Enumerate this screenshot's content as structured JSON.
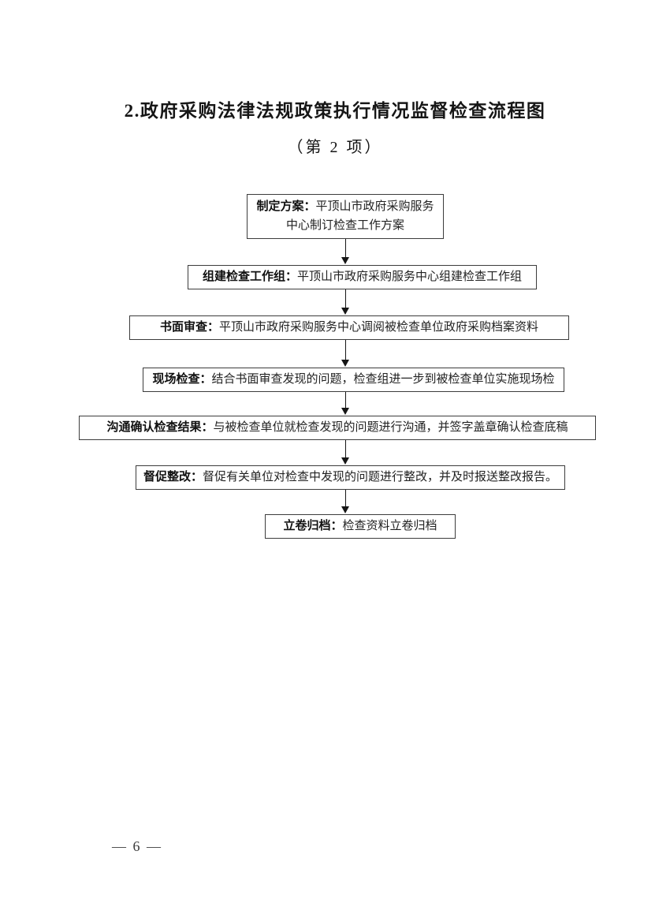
{
  "page": {
    "title": "2.政府采购法律法规政策执行情况监督检查流程图",
    "subtitle": "（第 2 项）",
    "page_number": "— 6 —"
  },
  "flowchart": {
    "steps": [
      {
        "id": "make-plan",
        "label": "制定方案：",
        "text": "平顶山市政府采购服务中心制订检查工作方案"
      },
      {
        "id": "form-team",
        "label": "组建检查工作组：",
        "text": "平顶山市政府采购服务中心组建检查工作组"
      },
      {
        "id": "written-review",
        "label": "书面审查：",
        "text": "平顶山市政府采购服务中心调阅被检查单位政府采购档案资料"
      },
      {
        "id": "onsite-check",
        "label": "现场检查：",
        "text": "结合书面审查发现的问题，检查组进一步到被检查单位实施现场检"
      },
      {
        "id": "confirm-results",
        "label": "沟通确认检查结果：",
        "text": "与被检查单位就检查发现的问题进行沟通，并签字盖章确认检查底稿"
      },
      {
        "id": "urge-rectify",
        "label": "督促整改：",
        "text": "督促有关单位对检查中发现的问题进行整改，并及时报送整改报告。"
      },
      {
        "id": "archive",
        "label": "立卷归档：",
        "text": "检查资料立卷归档"
      }
    ]
  },
  "colors": {
    "page_bg": "#ffffff",
    "ink": "#1a1a1a",
    "box_border": "#3c3c3c"
  }
}
